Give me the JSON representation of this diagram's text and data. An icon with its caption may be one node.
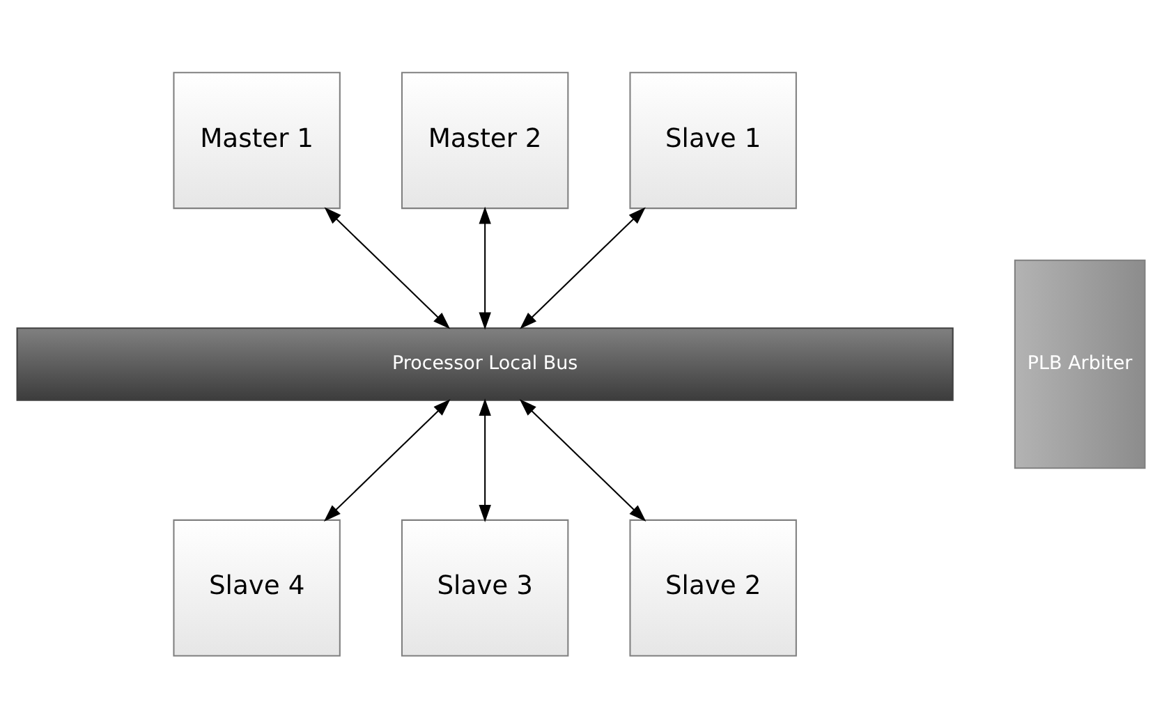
{
  "diagram": {
    "nodes": [
      {
        "text": [
          "Master 1"
        ]
      },
      {
        "text": [
          "Master 2"
        ]
      },
      {
        "text": [
          "Slave 1"
        ]
      },
      {
        "text": [
          "PLB Arbiter"
        ]
      },
      {
        "text": [
          "Processor Local Bus"
        ]
      },
      {
        "text": [
          "Slave 4"
        ]
      },
      {
        "text": [
          "Slave 3"
        ]
      },
      {
        "text": [
          "Slave 2"
        ]
      }
    ],
    "edges": [
      {
        "from": 0,
        "to": 4,
        "arrow": "both"
      },
      {
        "from": 1,
        "to": 4,
        "arrow": "both"
      },
      {
        "from": 2,
        "to": 4,
        "arrow": "both"
      },
      {
        "from": 4,
        "to": 5,
        "arrow": "both"
      },
      {
        "from": 4,
        "to": 6,
        "arrow": "both"
      },
      {
        "from": 4,
        "to": 7,
        "arrow": "both"
      }
    ]
  }
}
